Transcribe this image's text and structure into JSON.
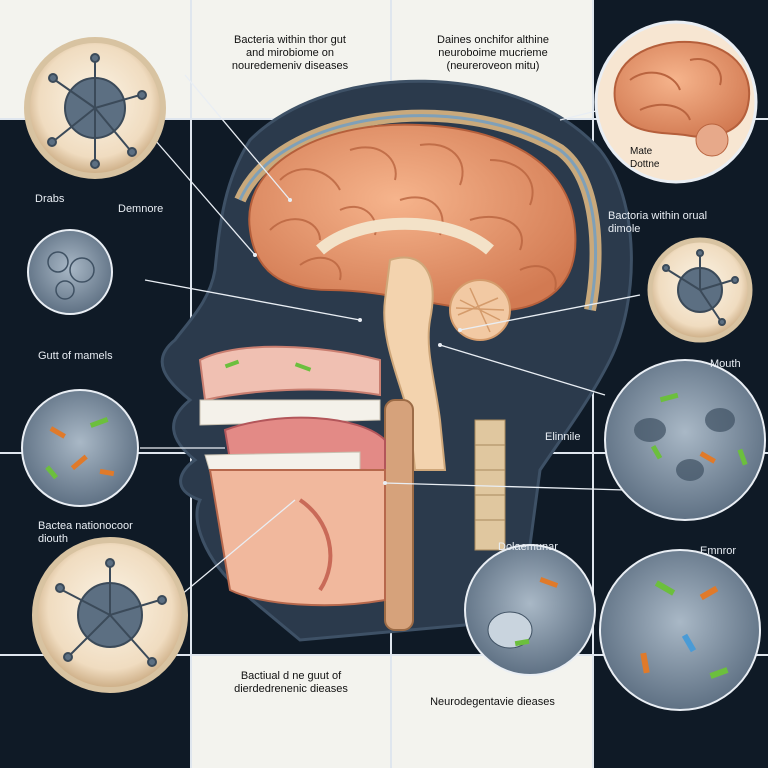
{
  "title": {
    "top_left": "Bacteria within thor gut\nand mirobiome on\nnouredemeniv diseases",
    "top_right": "Daines onchifor althine\nneuroboime mucrieme\n(neureroveon mitu)"
  },
  "labels": {
    "drabs": "Drabs",
    "demnore": "Demnore",
    "gut_of_mamels": "Gutt of mamels",
    "bactea_notion": "Bactea nationocoor\ndiouth",
    "bottom_center": "Bactiual d ne guut of\ndierdedrenenic dieases",
    "neurodegenerative": "Neurodegentavie dieases",
    "dolaemunar": "Dolaemunar",
    "emnror": "Emnror",
    "elinnile": "Elinnile",
    "mouth": "Mouth",
    "bacteria_oral": "Bactoria within orual\ndimole",
    "brain_label": "Mate\nDottne"
  },
  "colors": {
    "background": "#0f1a26",
    "panel": "#f3f3ee",
    "brain": "#e8956d",
    "brain_dark": "#c9704b",
    "circle_ring": "#e8d6b8",
    "bacteria": "#5c6f82",
    "tissue": "#8a9cae",
    "accent_green": "#6cbf3d",
    "accent_orange": "#e07a2a"
  }
}
